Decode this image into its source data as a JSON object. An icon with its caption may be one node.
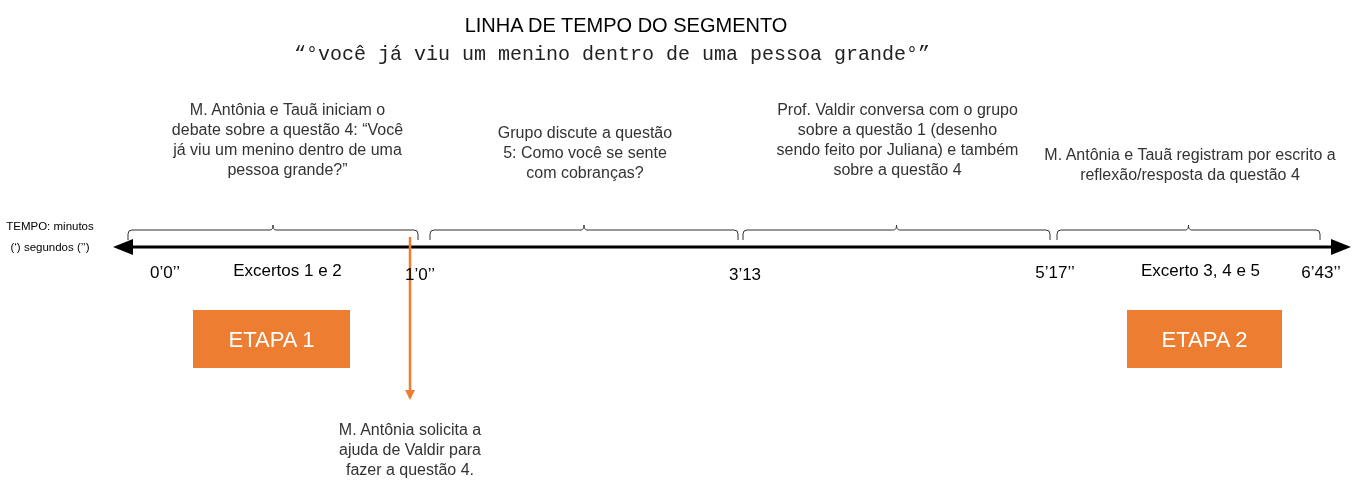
{
  "diagram": {
    "title": "LINHA DE TEMPO DO SEGMENTO",
    "nodes": [
      {
        "text": [
          "ETAPA 1"
        ]
      },
      {
        "text": [
          "ETAPA 2"
        ]
      },
      {
        "text": [
          "M. Antônia solicita a ajuda de Valdir para fazer a questão 4."
        ]
      }
    ],
    "edges": [
      {
        "from": null,
        "to": 2,
        "arrow": "to",
        "color": "#ed7d31"
      }
    ],
    "labels": [
      "“°você já viu um menino dentro de uma pessoa grande°”",
      "M. Antônia e Tauã iniciam o debate sobre a questão 4: “Você já viu um menino dentro de uma pessoa grande?”",
      "Grupo discute a questão 5: Como você se sente com cobranças?",
      "Prof. Valdir conversa com o grupo sobre a questão 1 (desenho sendo feito por Juliana) e também sobre a questão 4",
      "M. Antônia e Tauã registram por escrito a reflexão/resposta da questão 4",
      "TEMPO: minutos (‘) segundos (’’)",
      "0’0’’",
      "Excertos 1 e 2",
      "1’0’’",
      "3’13",
      "5’17’’",
      "Excerto 3, 4 e 5",
      "6’43’’"
    ]
  }
}
